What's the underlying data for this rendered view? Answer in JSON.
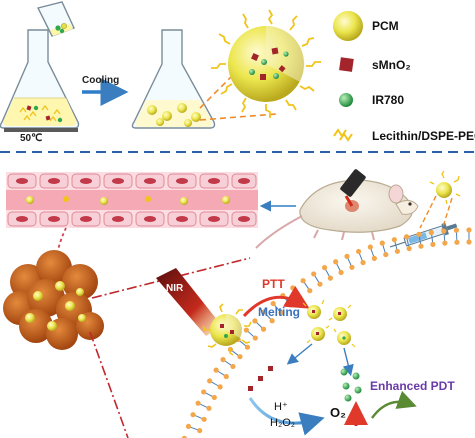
{
  "top_panel": {
    "cooling_label": "Cooling",
    "temperature_label": "50℃"
  },
  "legend": {
    "items": [
      {
        "key": "pcm",
        "label": "PCM",
        "color": "#e3e04a"
      },
      {
        "key": "smno2",
        "label": "sMnO₂",
        "color": "#a3242a"
      },
      {
        "key": "ir780",
        "label": "IR780",
        "color": "#2fa84f"
      },
      {
        "key": "lecithin",
        "label": "Lecithin/DSPE-PEG",
        "color": "#f0c419"
      }
    ]
  },
  "bottom_panel": {
    "nir_label": "NIR",
    "ptt_label": "PTT",
    "melting_label": "Melting",
    "enhanced_pdt_label": "Enhanced PDT",
    "h_plus_label": "H⁺",
    "h2o2_label": "H₂O₂",
    "o2_label": "O₂"
  },
  "colors": {
    "divider": "#2b5fa8",
    "vessel": "#f2a6b1",
    "rbc": "#c23a4a",
    "tumor": "#c45a14",
    "membrane_head": "#f4a64a",
    "membrane_tail": "#4a7fb8",
    "ptt_text": "#e0392b",
    "melting_text": "#3a72c0",
    "pdt_text": "#6a3aa8"
  }
}
